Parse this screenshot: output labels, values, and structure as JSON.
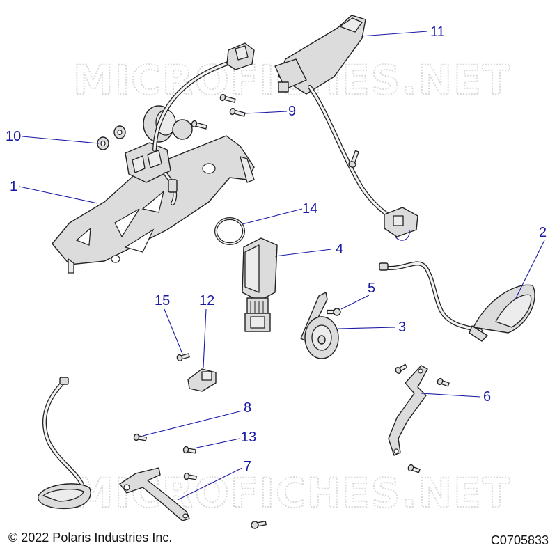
{
  "watermark": "MICROFICHES.NET",
  "callouts": [
    {
      "id": "callout-1",
      "label": "1"
    },
    {
      "id": "callout-2",
      "label": "2"
    },
    {
      "id": "callout-3",
      "label": "3"
    },
    {
      "id": "callout-4",
      "label": "4"
    },
    {
      "id": "callout-5",
      "label": "5"
    },
    {
      "id": "callout-6",
      "label": "6"
    },
    {
      "id": "callout-7",
      "label": "7"
    },
    {
      "id": "callout-8",
      "label": "8"
    },
    {
      "id": "callout-9",
      "label": "9"
    },
    {
      "id": "callout-10",
      "label": "10"
    },
    {
      "id": "callout-11",
      "label": "11"
    },
    {
      "id": "callout-12",
      "label": "12"
    },
    {
      "id": "callout-13",
      "label": "13"
    },
    {
      "id": "callout-14",
      "label": "14"
    },
    {
      "id": "callout-15",
      "label": "15"
    }
  ],
  "footer": {
    "copyright": "© 2022 Polaris Industries Inc.",
    "drawing_id": "C0705833"
  },
  "colors": {
    "callout": "#1a1aa6",
    "watermark": "#d9d9d9",
    "part_fill": "#dcdcdc"
  }
}
